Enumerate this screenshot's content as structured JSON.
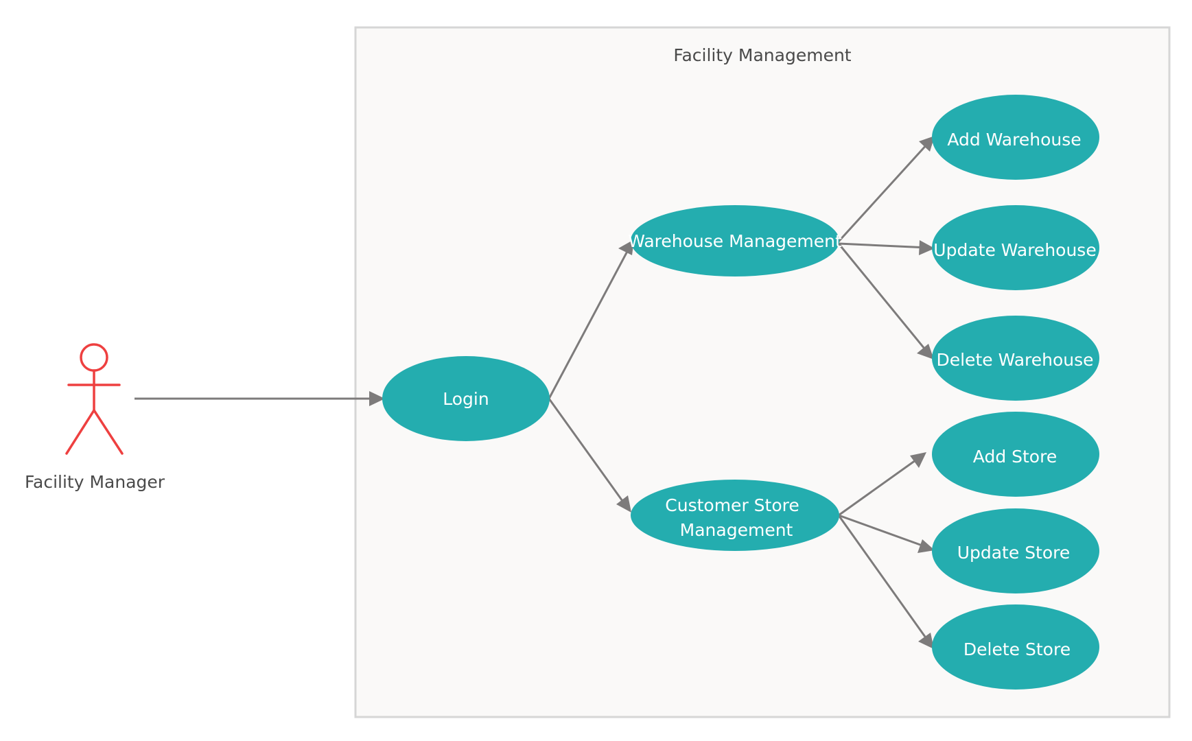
{
  "system": {
    "title": "Facility Management"
  },
  "actor": {
    "label": "Facility Manager",
    "color": "#ee4040"
  },
  "colors": {
    "use_case_fill": "#24adaf",
    "edge": "#7d7b7b",
    "boundary_fill": "#faf9f8"
  },
  "use_cases": {
    "login": "Login",
    "warehouse_management": "Warehouse Management",
    "customer_store_management": [
      "Customer Store",
      "Management"
    ],
    "add_warehouse": "Add Warehouse",
    "update_warehouse": "Update Warehouse",
    "delete_warehouse": "Delete Warehouse",
    "add_store": "Add Store",
    "update_store": "Update Store",
    "delete_store": "Delete Store"
  }
}
